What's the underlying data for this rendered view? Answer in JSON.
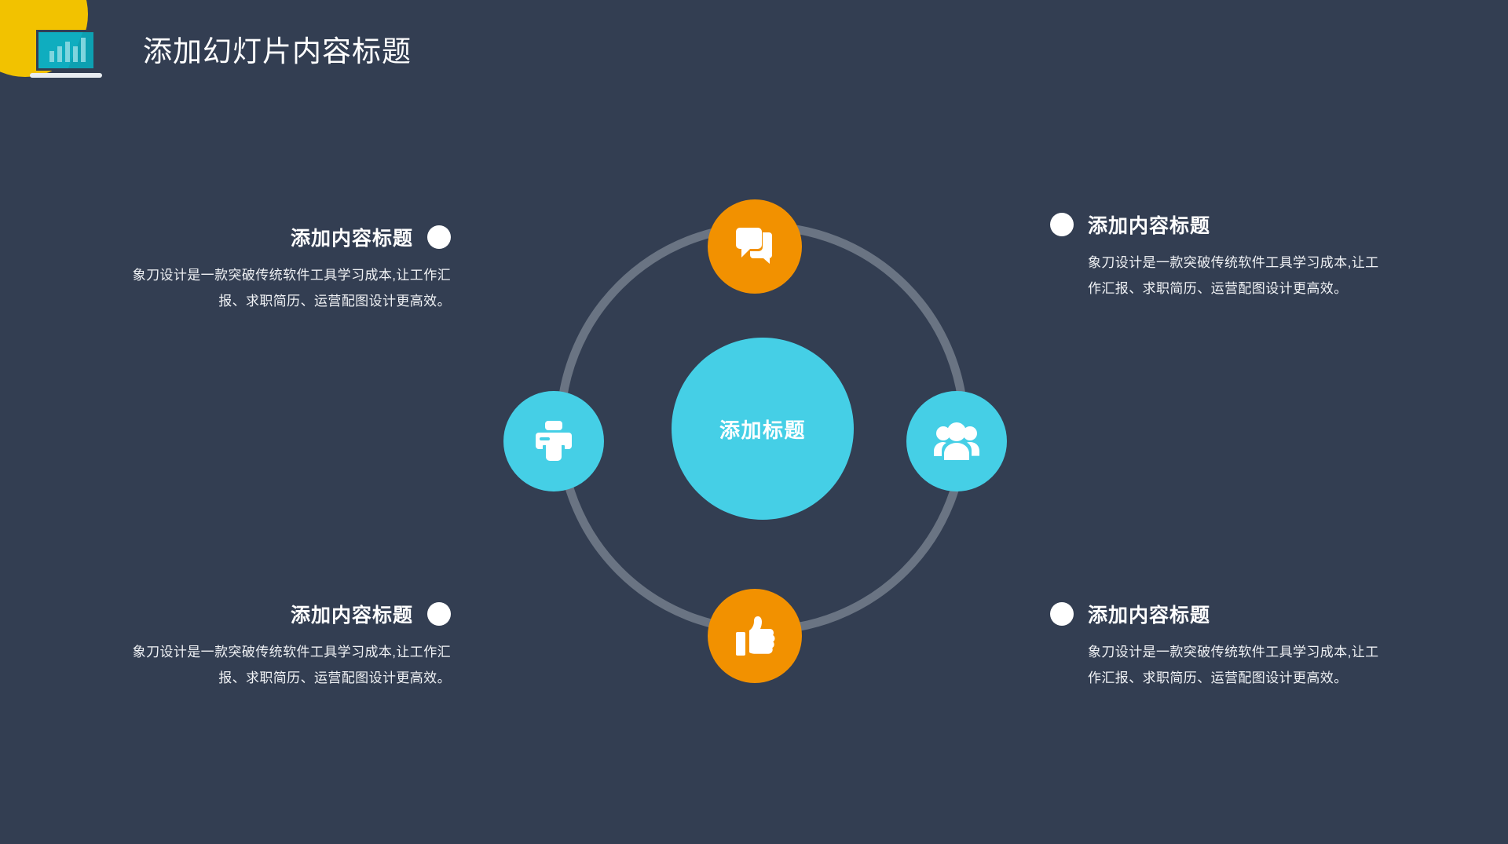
{
  "header": {
    "title": "添加幻灯片内容标题",
    "logo_icon": "laptop-bar-chart-icon"
  },
  "decor": {
    "corner_blob_color": "#F2C200"
  },
  "theme": {
    "background": "#333E52",
    "ring": "#6A7483",
    "cyan": "#45CFE6",
    "orange": "#F29100",
    "text": "#FFFFFF"
  },
  "diagram": {
    "center": {
      "label": "添加标题",
      "color": "#45CFE6"
    },
    "nodes": [
      {
        "position": "top",
        "icon": "chat-bubbles-icon",
        "color": "#F29100"
      },
      {
        "position": "right",
        "icon": "users-group-icon",
        "color": "#45CFE6"
      },
      {
        "position": "bottom",
        "icon": "thumbs-up-icon",
        "color": "#F29100"
      },
      {
        "position": "left",
        "icon": "printer-icon",
        "color": "#45CFE6"
      }
    ]
  },
  "blocks": [
    {
      "id": "top-left",
      "title": "添加内容标题",
      "body": "象刀设计是一款突破传统软件工具学习成本,让工作汇报、求职简历、运营配图设计更高效。"
    },
    {
      "id": "top-right",
      "title": "添加内容标题",
      "body": "象刀设计是一款突破传统软件工具学习成本,让工作汇报、求职简历、运营配图设计更高效。"
    },
    {
      "id": "bottom-left",
      "title": "添加内容标题",
      "body": "象刀设计是一款突破传统软件工具学习成本,让工作汇报、求职简历、运营配图设计更高效。"
    },
    {
      "id": "bottom-right",
      "title": "添加内容标题",
      "body": "象刀设计是一款突破传统软件工具学习成本,让工作汇报、求职简历、运营配图设计更高效。"
    }
  ]
}
